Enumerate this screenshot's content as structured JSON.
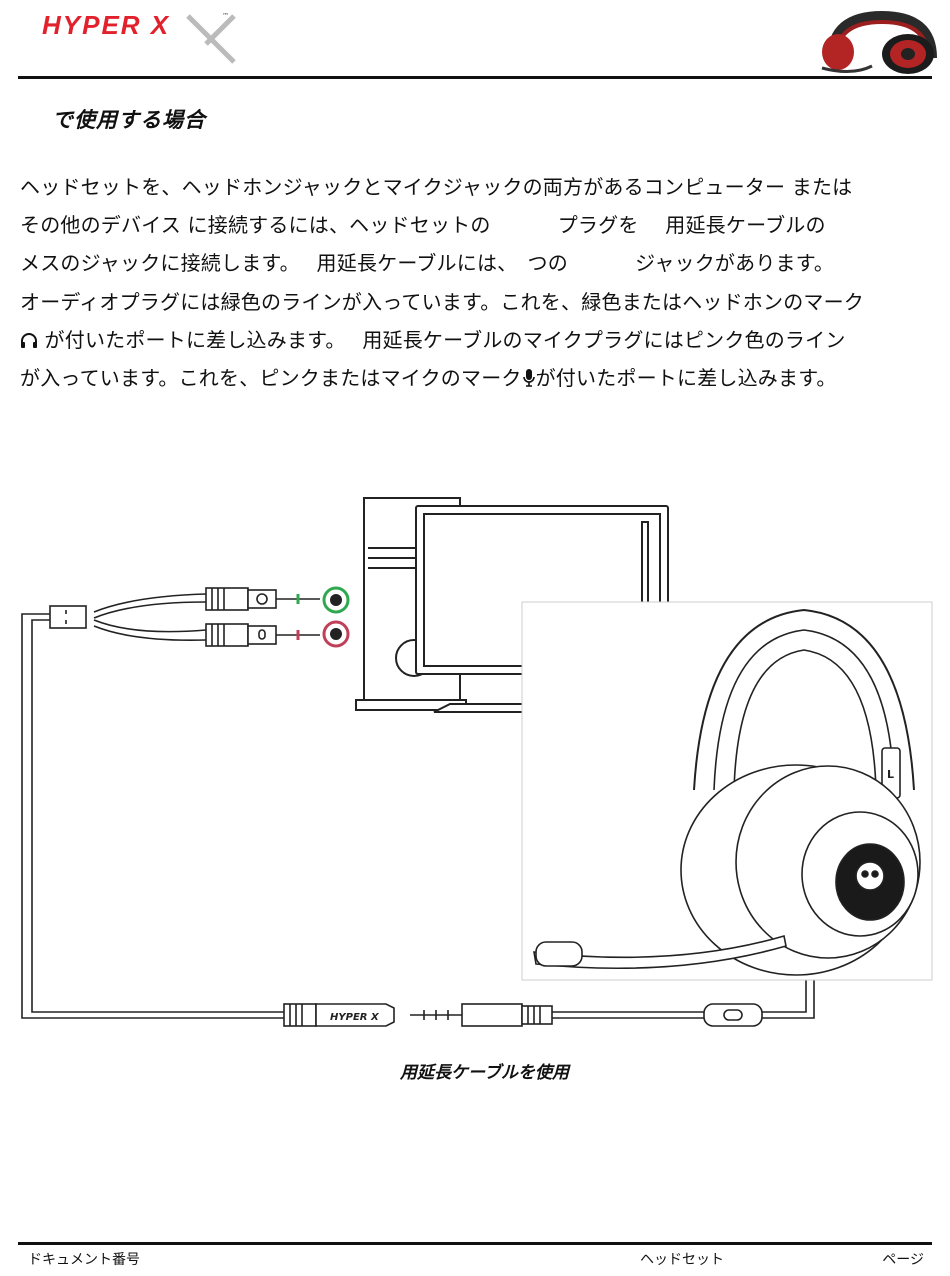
{
  "header": {
    "logo_text": "HYPER X"
  },
  "section_title": "で使用する場合",
  "body_lines": [
    "ヘッドセットを、ヘッドホンジャックとマイクジャックの両方があるコンピューター または",
    "その他のデバイス に接続するには、ヘッドセットの　　　 プラグを　 用延長ケーブルの",
    "メスのジャックに接続します。　 用延長ケーブルには、　つの　　　 ジャックがあります。",
    "オーディオプラグには緑色のラインが入っています。これを、緑色またはヘッドホンのマーク",
    [
      " が付いたポートに差し込みます。　 用延長ケーブルのマイクプラグにはピンク色のライン"
    ],
    [
      "が入っています。これを、ピンクまたはマイクのマーク",
      "が付いたポートに差し込みます。"
    ]
  ],
  "diagram": {
    "colors": {
      "headphone_port": "#2fa84f",
      "mic_port": "#c0405a",
      "line": "#222222"
    },
    "adapter_logo": "HYPER X",
    "headset_letter": "L"
  },
  "caption": "用延長ケーブルを使用",
  "footer": {
    "doc_number": "ドキュメント番号",
    "product": "ヘッドセット",
    "page": "ページ"
  }
}
